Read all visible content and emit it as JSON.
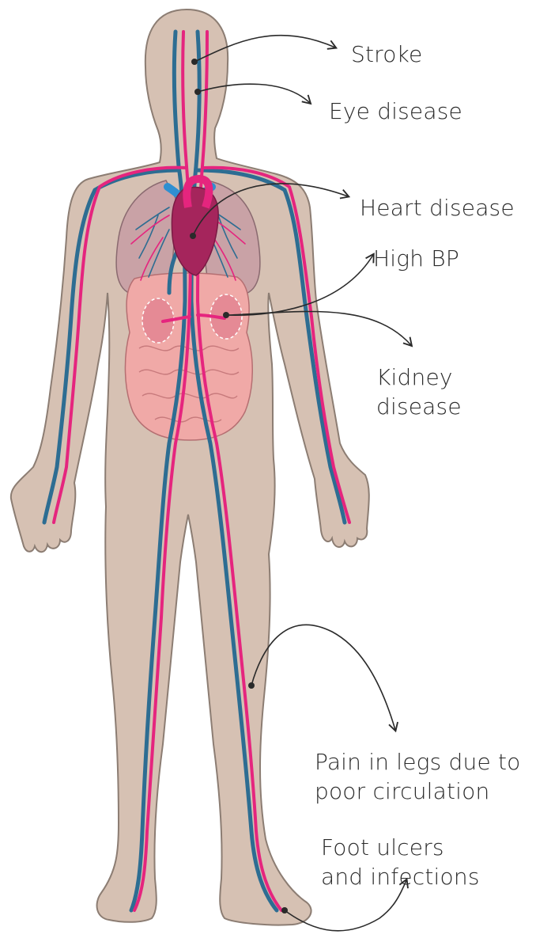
{
  "colors": {
    "skin": "#D6C1B3",
    "skin_outline": "#8C7D73",
    "artery": "#E5257E",
    "vein": "#2D6D92",
    "vein_light": "#2F8FD1",
    "lung": "#C9A2A6",
    "organ": "#F0A9A7",
    "heart": "#A5255C",
    "text": "#2A2A2A"
  },
  "labels": {
    "stroke": "Stroke",
    "eye_disease": "Eye disease",
    "heart_disease": "Heart disease",
    "high_bp": "High BP",
    "kidney_disease_1": "Kidney",
    "kidney_disease_2": "disease",
    "leg_pain_1": "Pain in legs due to",
    "leg_pain_2": "poor circulation",
    "foot_ulcers_1": "Foot ulcers",
    "foot_ulcers_2": "and infections"
  }
}
